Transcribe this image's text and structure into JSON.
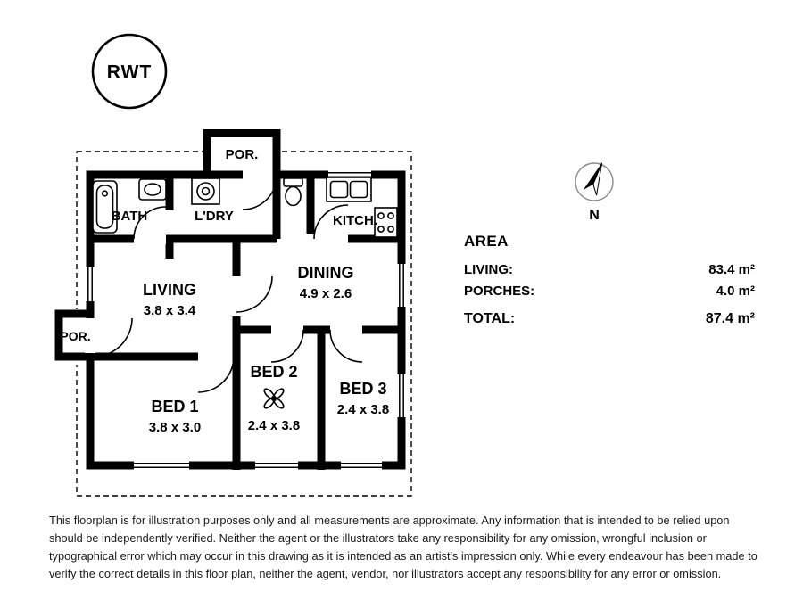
{
  "logo": {
    "label": "RWT"
  },
  "compass": {
    "label": "N"
  },
  "floorplan": {
    "porches": {
      "top": "POR.",
      "left": "POR."
    },
    "rooms": {
      "bath": {
        "name": "BATH"
      },
      "laundry": {
        "name": "L'DRY"
      },
      "kitchen": {
        "name": "KITCH."
      },
      "living": {
        "name": "LIVING",
        "dims": "3.8 x 3.4"
      },
      "dining": {
        "name": "DINING",
        "dims": "4.9 x 2.6"
      },
      "bed1": {
        "name": "BED 1",
        "dims": "3.8 x 3.0"
      },
      "bed2": {
        "name": "BED 2",
        "dims": "2.4 x 3.8"
      },
      "bed3": {
        "name": "BED 3",
        "dims": "2.4 x 3.8"
      }
    },
    "icons": [
      "bathtub-icon",
      "basin-icon",
      "washing-machine-icon",
      "toilet-icon",
      "double-sink-icon",
      "stove-icon",
      "ceiling-fan-icon",
      "north-compass-icon",
      "rwt-logo"
    ]
  },
  "area_summary": {
    "heading": "AREA",
    "rows": [
      {
        "label": "LIVING:",
        "value": "83.4 m²"
      },
      {
        "label": "PORCHES:",
        "value": "4.0 m²"
      }
    ],
    "total": {
      "label": "TOTAL:",
      "value": "87.4 m²"
    }
  },
  "disclaimer": "This floorplan is for illustration purposes only and all measurements are approximate. Any information that is intended to be relied upon should be independently verified. Neither the agent or the illustrators take any responsibility for any omission, wrongful inclusion or typographical error which may occur in this drawing as it is intended as an artist's impression only. While every endeavour has been made to verify the correct details in this floor plan, neither the agent, vendor, nor illustrators accept any responsibility for any error or omission."
}
